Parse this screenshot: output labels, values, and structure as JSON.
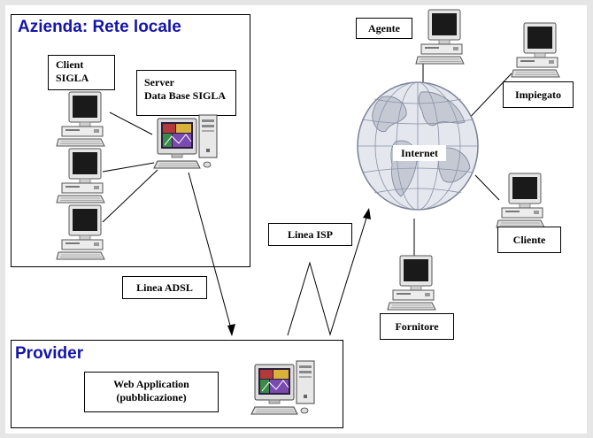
{
  "azienda": {
    "title": "Azienda: Rete locale",
    "client_label": [
      "Client",
      "SIGLA"
    ],
    "server_label": [
      "Server",
      "Data Base  SIGLA"
    ]
  },
  "provider": {
    "title": "Provider",
    "web_app_label": [
      "Web Application",
      "(pubblicazione)"
    ]
  },
  "links": {
    "adsl": "Linea ADSL",
    "isp": "Linea ISP"
  },
  "internet": {
    "label": "Internet",
    "nodes": {
      "agente": "Agente",
      "impiegato": "Impiegato",
      "cliente": "Cliente",
      "fornitore": "Fornitore"
    }
  },
  "colors": {
    "title": "#1515a8",
    "globe": "#d9dde6",
    "grid": "#8a92a8"
  }
}
